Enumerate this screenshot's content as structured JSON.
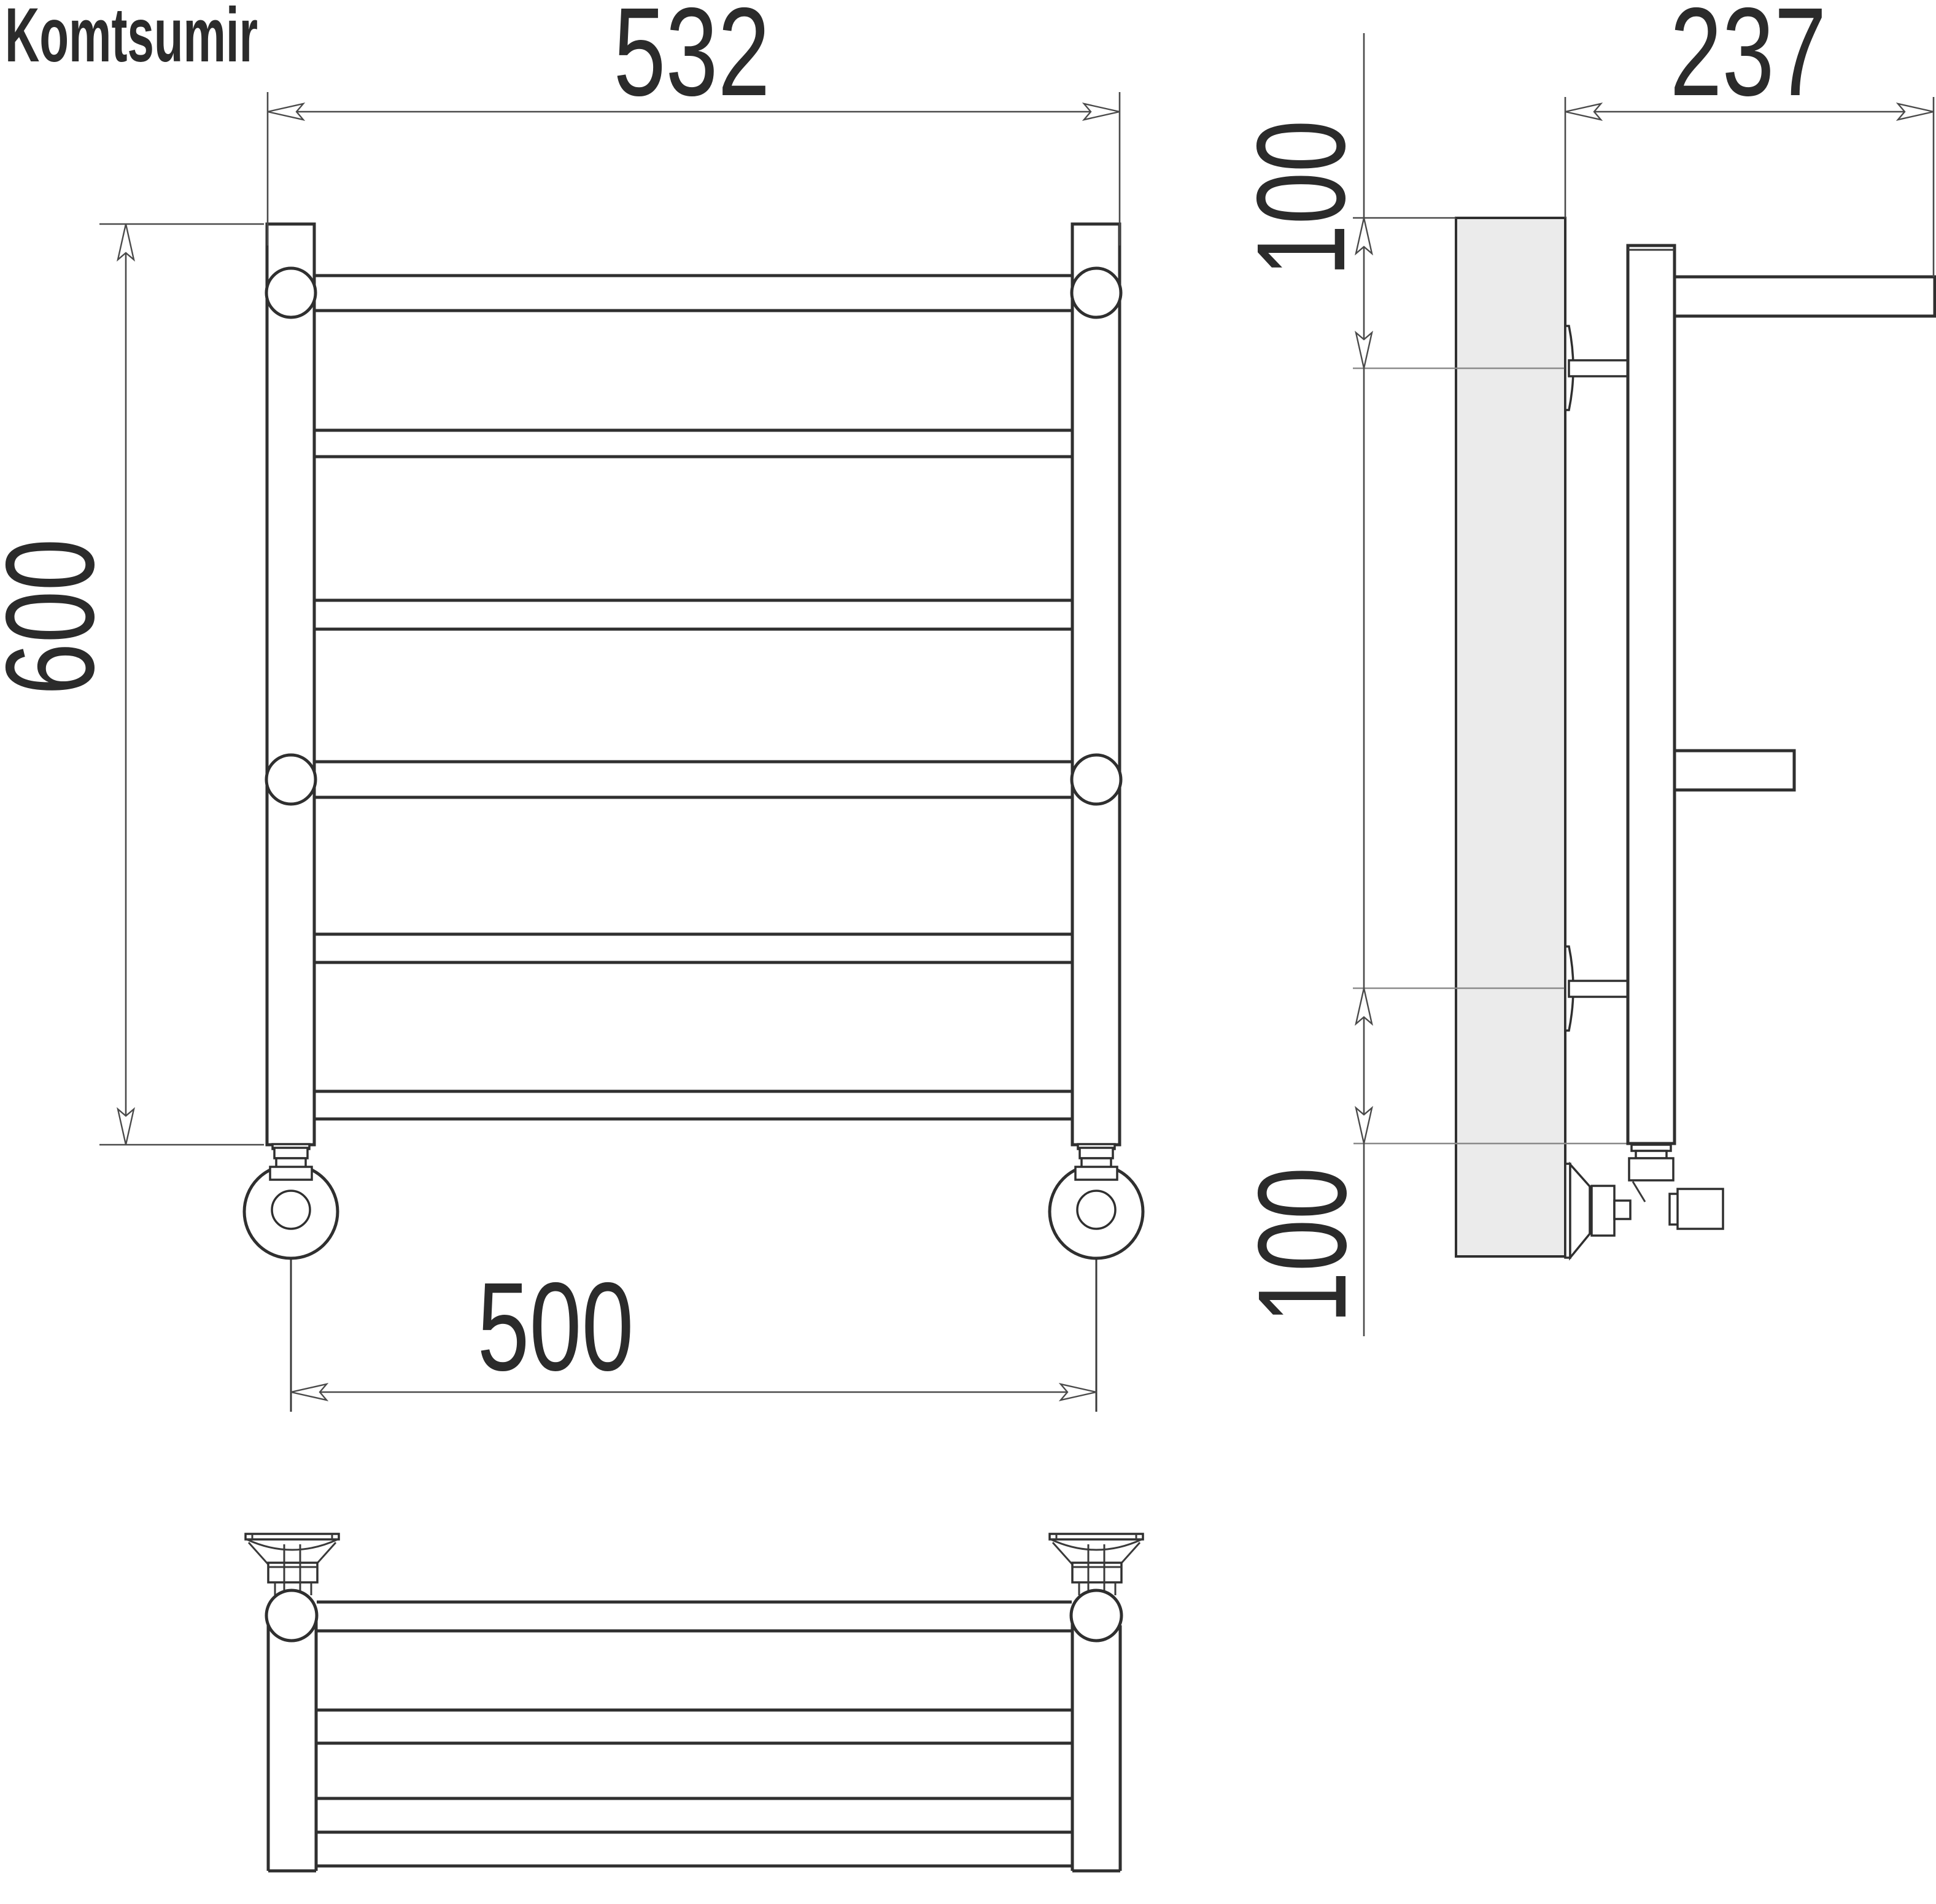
{
  "brand": {
    "name": "Komtsumir",
    "color": "#fe0000"
  },
  "drawing": {
    "type": "technical-drawing-towel-rail-3-views",
    "dimensions_mm": {
      "overall_width": "532",
      "overall_height": "600",
      "axis_spacing": "500",
      "depth": "237",
      "top_bracket_offset": "100",
      "bottom_bracket_offset": "100"
    },
    "colors": {
      "line": "#2f2f2f",
      "dimension_line": "#4a4a4a",
      "axis_line": "#8a8a8a",
      "wall_fill": "#ebebeb",
      "dimension_text": "#2b2b2b",
      "background": "#ffffff"
    }
  }
}
